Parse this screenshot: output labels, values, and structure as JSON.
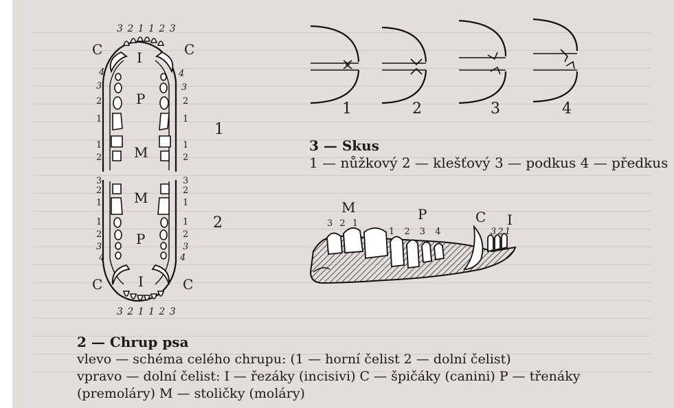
{
  "dental_scheme": {
    "top_incisor_numbers": "3 2 1 1 2 3",
    "bottom_incisor_numbers": "3 2 1 1 2 3",
    "label_C": "C",
    "label_I": "I",
    "label_P": "P",
    "label_M": "M",
    "left_upper_side_numbers": [
      "4",
      "3",
      "2",
      "1",
      "1",
      "2"
    ],
    "right_upper_side_numbers": [
      "4",
      "3",
      "2",
      "1",
      "1",
      "2"
    ],
    "left_lower_side_numbers": [
      "3",
      "2",
      "1",
      "1",
      "2",
      "3",
      "4"
    ],
    "right_lower_side_numbers": [
      "3",
      "2",
      "1",
      "1",
      "2",
      "3",
      "4"
    ],
    "upper_jaw_number": "1",
    "lower_jaw_number": "2"
  },
  "bite_figure": {
    "bite_numbers": [
      "1",
      "2",
      "3",
      "4"
    ],
    "title": "3 — Skus",
    "legend": "1 — nůžkový 2 — klešťový 3 — podkus 4 — předkus"
  },
  "lower_jaw_figure": {
    "label_M": "M",
    "label_P": "P",
    "label_C": "C",
    "label_I": "I",
    "molar_numbers": "3 2 1",
    "premolar_numbers": "1 2 3 4",
    "incisor_numbers": "3 2 1"
  },
  "caption": {
    "title": "2 — Chrup psa",
    "line1": "vlevo — schéma celého chrupu: (1 — horní čelist 2 — dolní čelist)",
    "line2": "vpravo — dolní čelist: I — řezáky (incisivi) C — špičáky (canini) P — třenáky",
    "line3": "(premoláry) M — stoličky (moláry)"
  }
}
